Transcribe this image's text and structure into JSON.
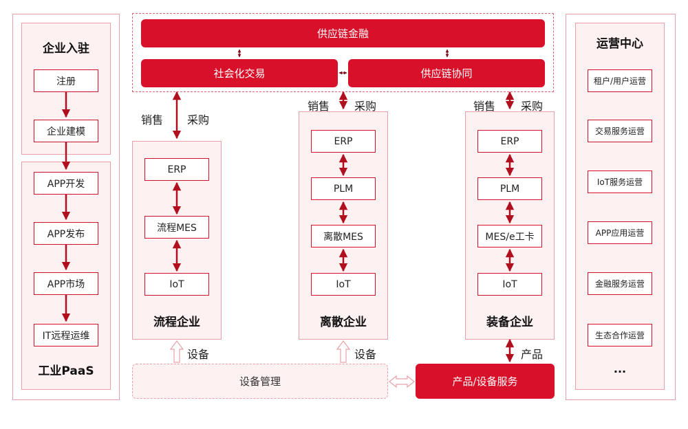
{
  "left": {
    "title": "企业入驻",
    "steps": [
      "注册",
      "企业建模",
      "APP开发",
      "APP发布",
      "APP市场",
      "IT远程运维"
    ],
    "footer": "工业PaaS"
  },
  "top": {
    "finance": "供应链金融",
    "social_trade": "社会化交易",
    "collab": "供应链协同"
  },
  "flow_labels": {
    "sales": "销售",
    "purchase": "采购",
    "equipment": "设备",
    "product": "产品"
  },
  "columns": [
    {
      "title": "流程企业",
      "items": [
        "ERP",
        "流程MES",
        "IoT"
      ]
    },
    {
      "title": "离散企业",
      "items": [
        "ERP",
        "PLM",
        "离散MES",
        "IoT"
      ]
    },
    {
      "title": "装备企业",
      "items": [
        "ERP",
        "PLM",
        "MES/e工卡",
        "IoT"
      ]
    }
  ],
  "bottom": {
    "device_mgmt": "设备管理",
    "product_service": "产品/设备服务"
  },
  "right": {
    "title": "运营中心",
    "items": [
      "租户/用户运营",
      "交易服务运营",
      "IoT服务运营",
      "APP应用运营",
      "金融服务运营",
      "生态合作运营"
    ],
    "more": "..."
  },
  "colors": {
    "accent": "#d9102a",
    "border_light": "#e8a0a8",
    "fill_light": "#fdf1f2"
  }
}
